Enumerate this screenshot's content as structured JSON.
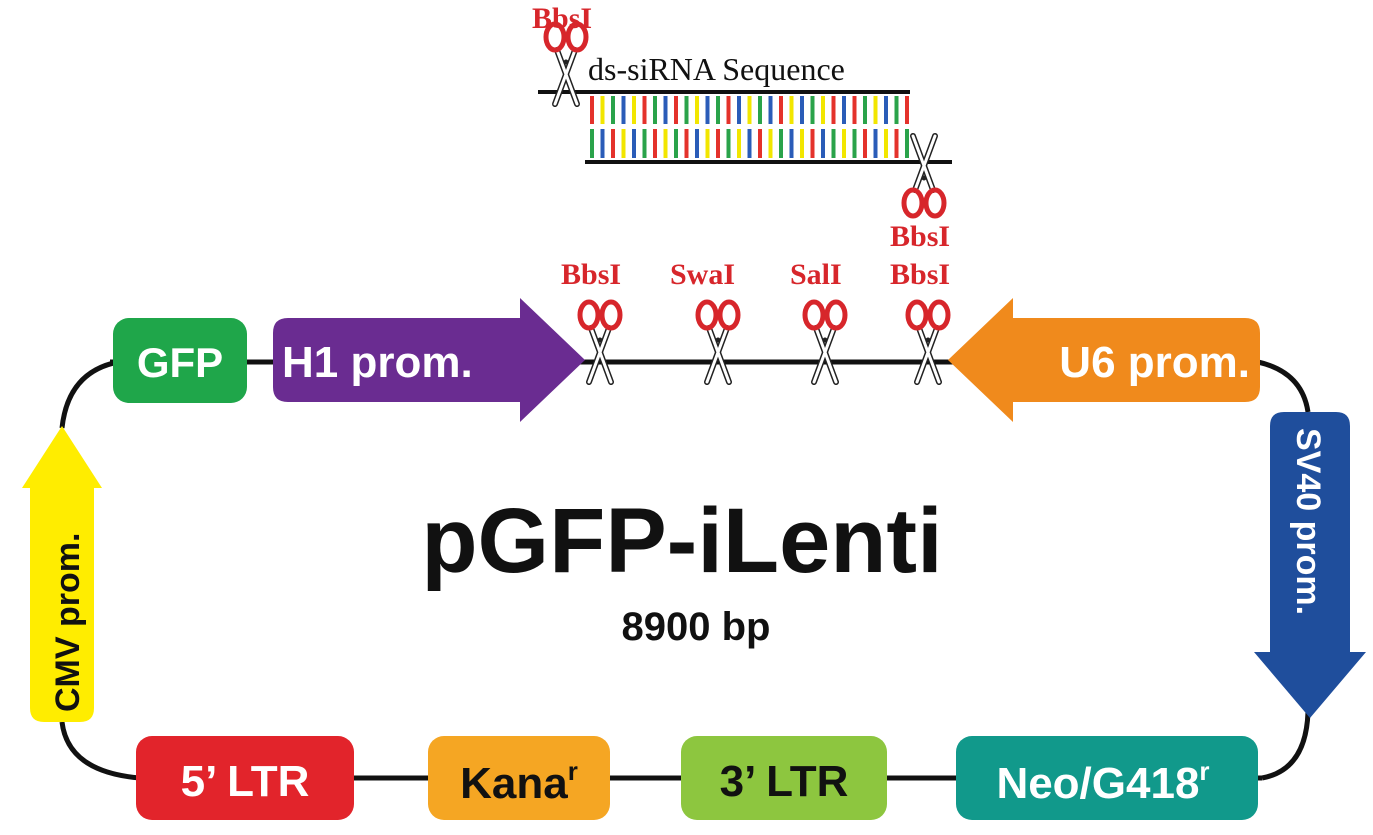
{
  "plasmid": {
    "name": "pGFP-iLenti",
    "size": "8900 bp"
  },
  "insert": {
    "label": "ds-siRNA Sequence",
    "top_enzyme": "BbsI",
    "bottom_enzyme": "BbsI",
    "base_colors": [
      "#e4322b",
      "#f2e600",
      "#2aa34a",
      "#2a5cb8"
    ]
  },
  "sites": [
    {
      "name": "BbsI"
    },
    {
      "name": "SwaI"
    },
    {
      "name": "SalI"
    },
    {
      "name": "BbsI"
    }
  ],
  "features": {
    "gfp": {
      "label": "GFP",
      "color": "#1fa64a"
    },
    "h1": {
      "label": "H1 prom.",
      "color": "#6a2c91"
    },
    "u6": {
      "label": "U6 prom.",
      "color": "#f08a1c"
    },
    "sv40": {
      "label": "SV40 prom.",
      "color": "#1f4e9c"
    },
    "cmv": {
      "label": "CMV prom.",
      "color": "#ffed00"
    },
    "ltr5": {
      "label": "5’ LTR",
      "color": "#e2242b"
    },
    "kana": {
      "label": "Kana",
      "sup": "r",
      "color": "#f5a623"
    },
    "ltr3": {
      "label": "3’ LTR",
      "color": "#8dc63f"
    },
    "neo": {
      "label": "Neo/G418",
      "sup": "r",
      "color": "#11998b"
    }
  },
  "colors": {
    "enzyme_text": "#d7262b",
    "backbone": "#111111"
  }
}
